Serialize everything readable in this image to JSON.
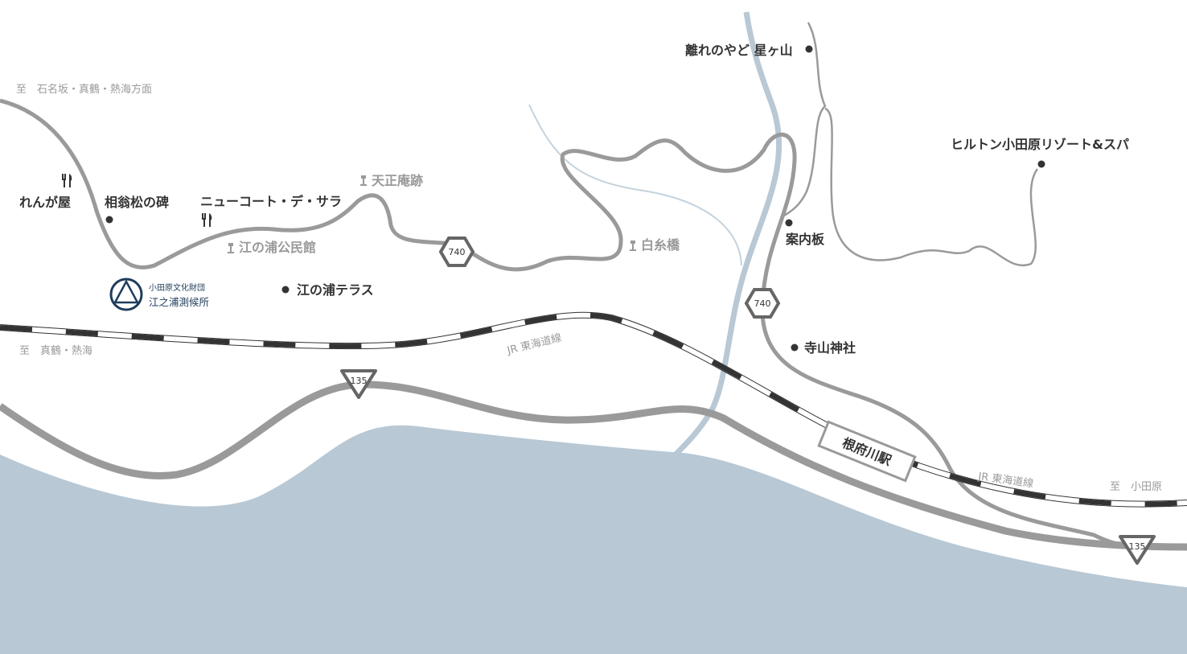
{
  "colors": {
    "sea": "#b8c8d4",
    "road": "#9a9a9a",
    "river": "#b8c8d4",
    "rail": "#333333",
    "text": "#333333",
    "muted": "#999999",
    "logo": "#1f3d5c"
  },
  "directions": {
    "nw": "至　石名坂・真鶴・熱海方面",
    "w": "至　真鶴・熱海",
    "e": "至　小田原"
  },
  "rail_labels": [
    "JR 東海道線",
    "JR 東海道線"
  ],
  "station": "根府川駅",
  "routes": {
    "r740a": "740",
    "r740b": "740",
    "r135a": "135",
    "r135b": "135"
  },
  "places": {
    "renga": "れんが屋",
    "aio": "相翁松の碑",
    "newcourt": "ニューコート・デ・サラ",
    "tensho": "天正庵跡",
    "kominkan": "江の浦公民館",
    "shiraito": "白糸橋",
    "terrace": "江の浦テラス",
    "hanare": "離れのやど 星ヶ山",
    "hilton": "ヒルトン小田原リゾート&スパ",
    "annai": "案内板",
    "terayama": "寺山神社"
  },
  "logo": {
    "org": "小田原文化財団",
    "name": "江之浦測候所"
  }
}
